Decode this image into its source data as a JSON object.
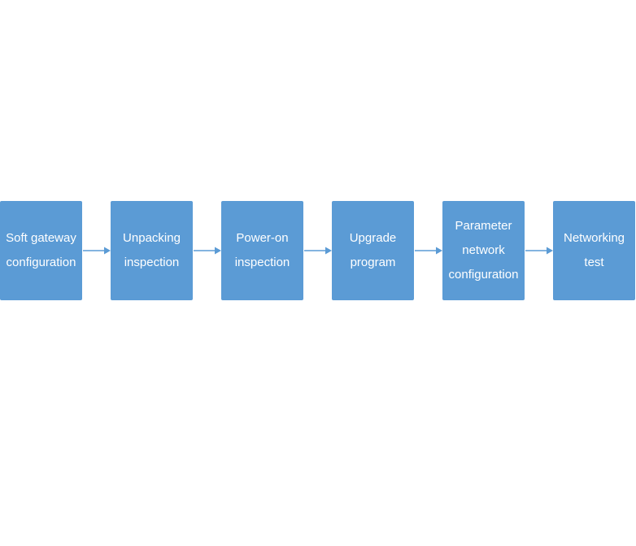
{
  "colors": {
    "box_fill": "#5b9bd5",
    "box_text": "#ffffff",
    "arrow": "#5b9bd5"
  },
  "steps": [
    {
      "label": "Soft gateway\nconfiguration"
    },
    {
      "label": "Unpacking\ninspection"
    },
    {
      "label": "Power-on\ninspection"
    },
    {
      "label": "Upgrade\nprogram"
    },
    {
      "label": "Parameter\nnetwork\nconfiguration"
    },
    {
      "label": "Networking\ntest"
    }
  ]
}
